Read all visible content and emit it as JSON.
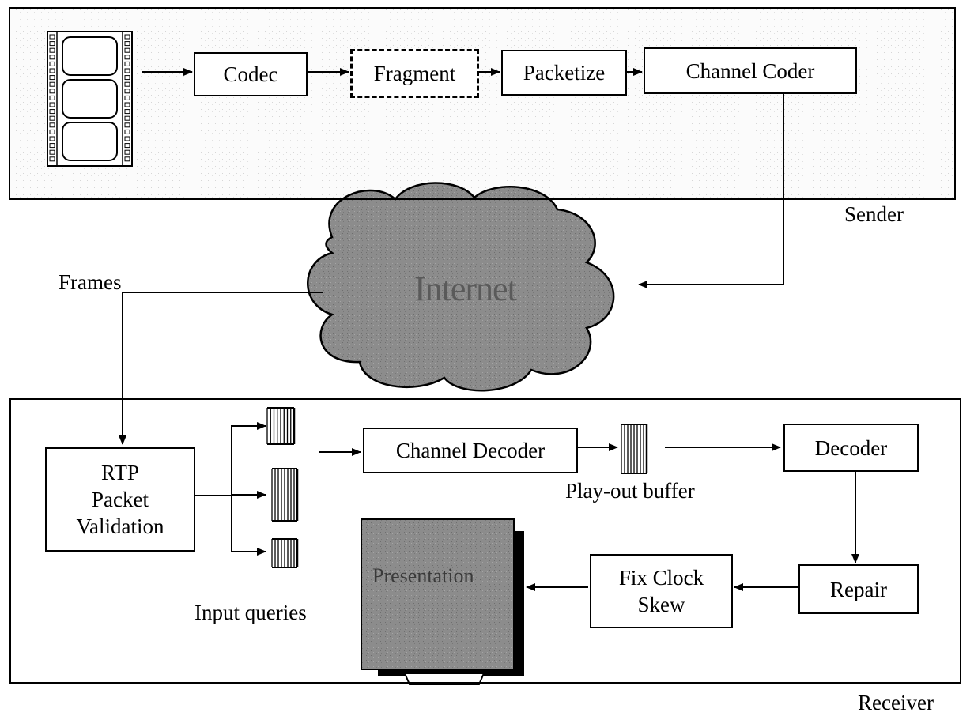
{
  "sender": {
    "label": "Sender",
    "boxes": {
      "codec": "Codec",
      "fragment": "Fragment",
      "packetize": "Packetize",
      "channel_coder": "Channel Coder"
    }
  },
  "network": {
    "label": "Internet",
    "frames_label": "Frames"
  },
  "receiver": {
    "label": "Receiver",
    "boxes": {
      "rtp": "RTP\nPacket\nValidation",
      "channel_decoder": "Channel Decoder",
      "decoder": "Decoder",
      "repair": "Repair",
      "fix_clock_skew": "Fix Clock\nSkew",
      "presentation": "Presentation"
    },
    "input_queues_label": "Input queries",
    "playout_buffer_label": "Play-out buffer"
  }
}
